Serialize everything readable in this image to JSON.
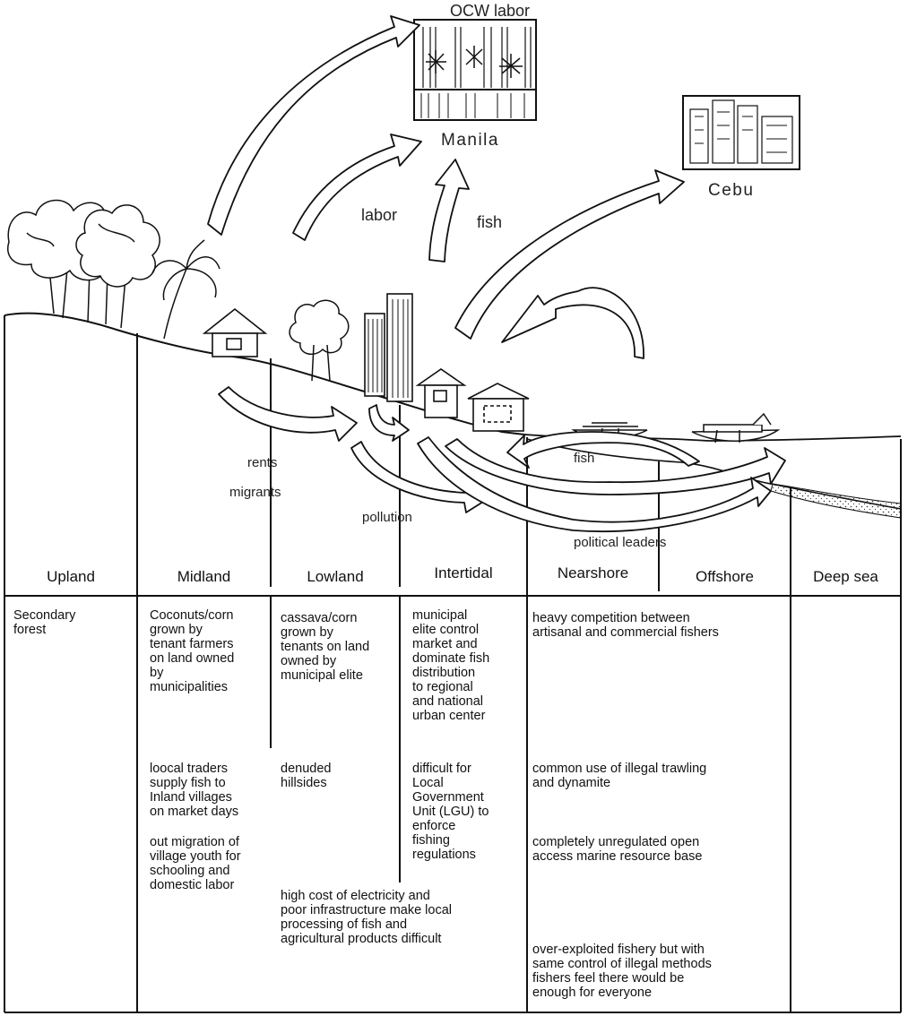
{
  "places": {
    "ocw": "OCW labor",
    "manila": "Manila",
    "cebu": "Cebu"
  },
  "flows": {
    "labor": "labor",
    "fish_to_manila": "fish",
    "rents": "rents",
    "migrants": "migrants",
    "pollution": "pollution",
    "fish_nearshore": "fish",
    "political_leaders": "political leaders"
  },
  "zones": [
    "Upland",
    "Midland",
    "Lowland",
    "Intertidal",
    "Nearshore",
    "Offshore",
    "Deep sea"
  ],
  "table": {
    "upland": [
      "Secondary\nforest"
    ],
    "midland": [
      "Coconuts/corn\ngrown by\ntenant farmers\non land owned\nby\nmunicipalities",
      "loocal traders\nsupply fish to\nInland villages\non market days",
      "out migration of\nvillage youth for\nschooling and\ndomestic labor"
    ],
    "lowland": [
      "cassava/corn\ngrown by\ntenants on land\nowned by\nmunicipal elite",
      "denuded\nhillsides"
    ],
    "intertidal": [
      "municipal\nelite control\nmarket and\ndominate fish\ndistribution\nto regional\nand national\nurban center",
      "difficult for\nLocal\nGovernment\nUnit (LGU) to\nenforce\nfishing\nregulations"
    ],
    "nearshore_offshore": [
      "heavy competition between\nartisanal and commercial fishers",
      "common use of illegal trawling\nand dynamite",
      "completely unregulated open\naccess marine resource base",
      "over-exploited fishery but with\nsame control of illegal methods\nfishers feel there would be\nenough for everyone"
    ],
    "lowland_intertidal_span": "high cost of electricity and\npoor infrastructure make local\nprocessing of fish and\nagricultural products difficult"
  }
}
